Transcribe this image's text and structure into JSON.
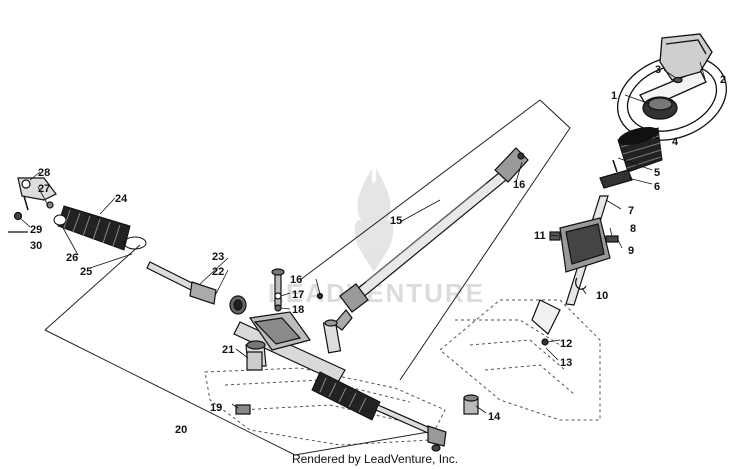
{
  "diagram": {
    "part_labels": [
      "1",
      "2",
      "3",
      "4",
      "5",
      "6",
      "7",
      "8",
      "9",
      "10",
      "11",
      "12",
      "13",
      "14",
      "15",
      "16",
      "16",
      "17",
      "18",
      "19",
      "20",
      "21",
      "22",
      "23",
      "24",
      "25",
      "26",
      "27",
      "28",
      "29",
      "30"
    ],
    "watermark": "LEADVENTURE",
    "footer": "Rendered by LeadVenture, Inc."
  },
  "colors": {
    "line": "#111111",
    "fill_dark": "#2a2a2a",
    "fill_mid": "#6a6a6a",
    "fill_light": "#e6e6e6",
    "watermark": "#d9d9d9"
  }
}
